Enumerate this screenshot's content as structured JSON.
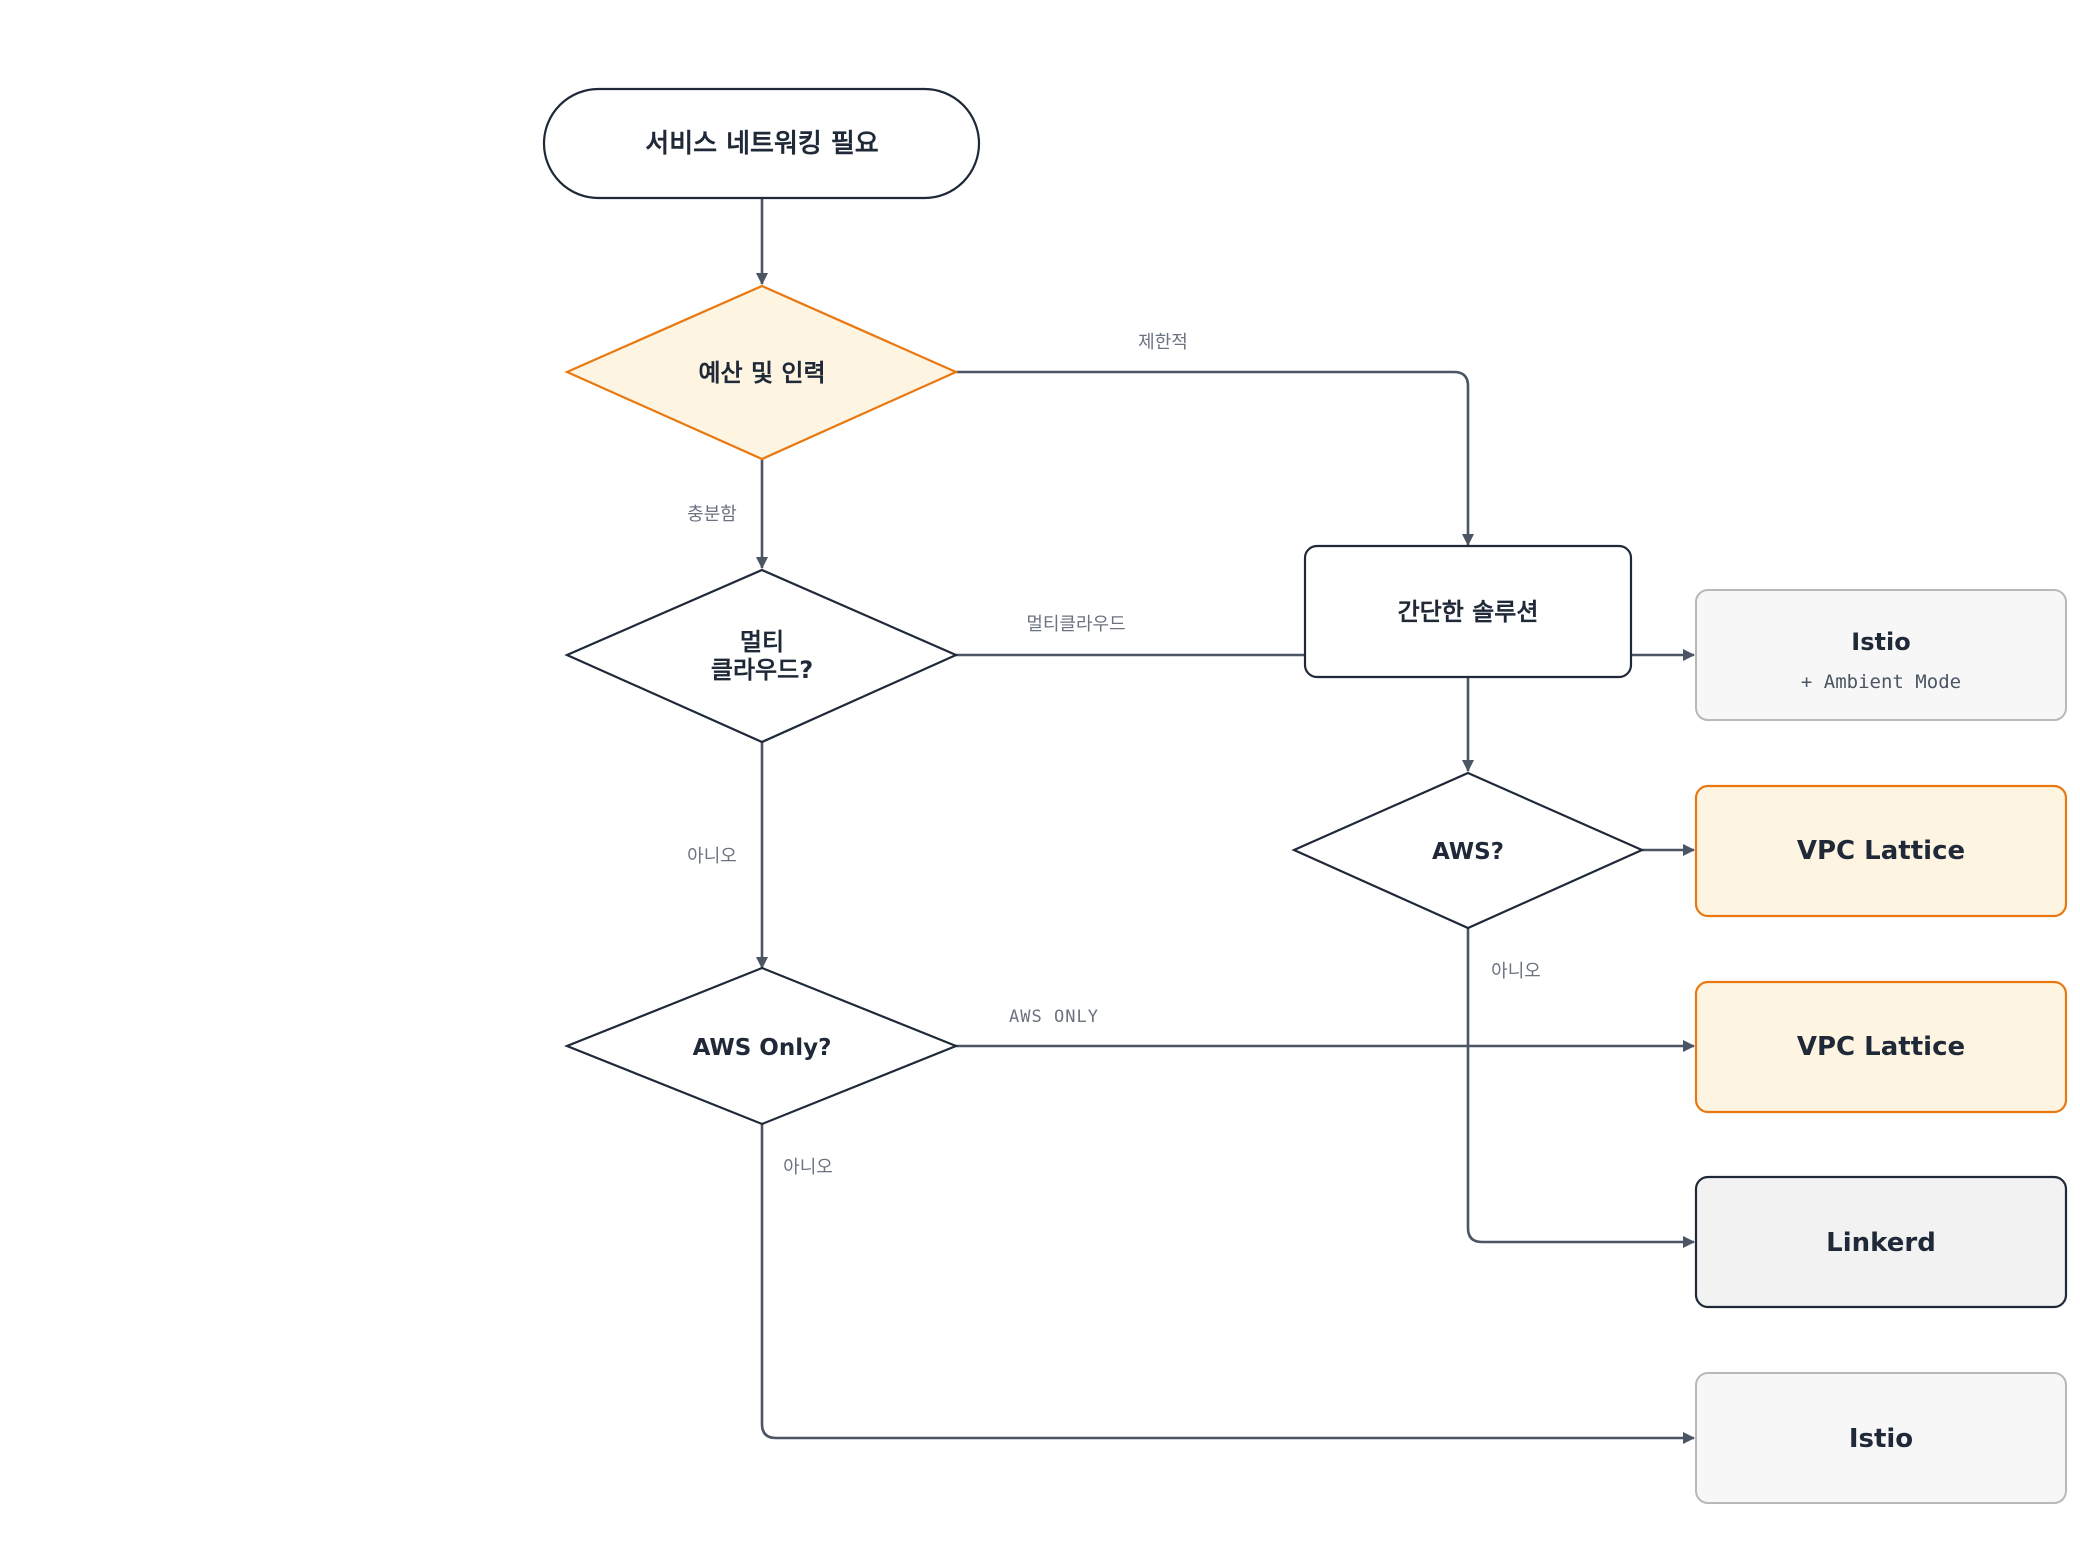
{
  "nodes": {
    "start": "서비스 네트워킹 필요",
    "budget": "예산 및 인력",
    "multicloud_line1": "멀티",
    "multicloud_line2": "클라우드?",
    "simple": "간단한 솔루션",
    "aws": "AWS?",
    "aws_only": "AWS Only?",
    "istio_ambient_title": "Istio",
    "istio_ambient_sub": "+ Ambient Mode",
    "vpc_lattice_1": "VPC Lattice",
    "vpc_lattice_2": "VPC Lattice",
    "linkerd": "Linkerd",
    "istio": "Istio"
  },
  "edges": {
    "limited": "제한적",
    "sufficient": "충분함",
    "multicloud": "멀티클라우드",
    "no_1": "아니오",
    "no_2": "아니오",
    "no_3": "아니오",
    "aws_only": "AWS ONLY"
  },
  "colors": {
    "orange": "#e8780f",
    "orange_fill": "#fef4e2",
    "dark": "#1f2937",
    "edge": "#4b5563",
    "gray_fill": "#f7f7f7",
    "gray_fill_dark": "#f2f2f2"
  }
}
